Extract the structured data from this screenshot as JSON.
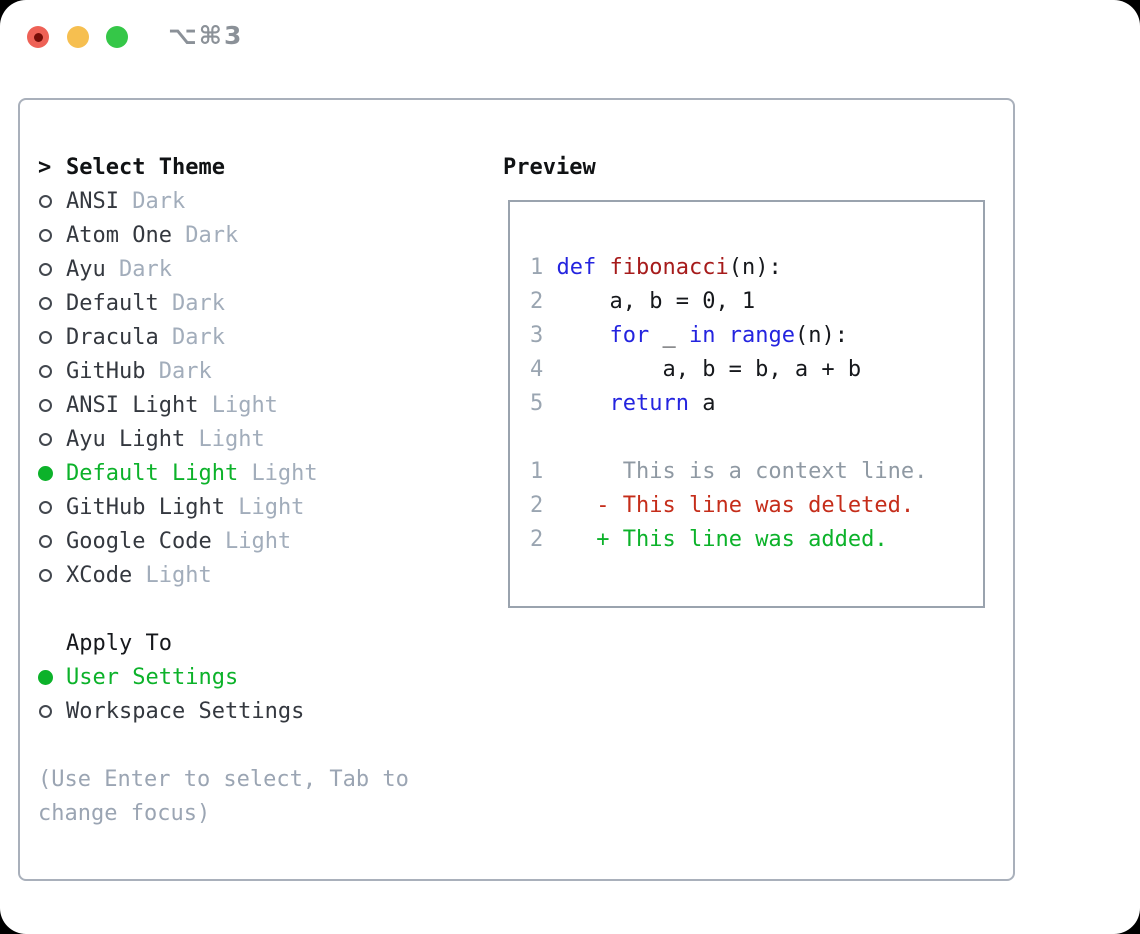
{
  "window": {
    "title": "⌥⌘3",
    "buttons": {
      "close": "close",
      "minimize": "minimize",
      "zoom": "zoom"
    }
  },
  "colors": {
    "accent_green": "#0cb22a",
    "keyword_blue": "#2424df",
    "function_red": "#a61b1b",
    "deleted_red": "#c52d1a",
    "context_gray": "#8f99a3",
    "line_number_gray": "#9aa5b1",
    "code_black": "#16181c",
    "item_text": "#34383f",
    "tag_gray": "#a2adbb",
    "hint_gray": "#9ba5b3",
    "traffic_red": "#ee6156",
    "traffic_red_inner": "#750d08",
    "traffic_yellow": "#f6bf50",
    "traffic_green": "#35c748"
  },
  "theme_list": {
    "prompt": ">",
    "title": "Select Theme",
    "items": [
      {
        "name": "ANSI",
        "tag": "Dark",
        "selected": false
      },
      {
        "name": "Atom One",
        "tag": "Dark",
        "selected": false
      },
      {
        "name": "Ayu",
        "tag": "Dark",
        "selected": false
      },
      {
        "name": "Default",
        "tag": "Dark",
        "selected": false
      },
      {
        "name": "Dracula",
        "tag": "Dark",
        "selected": false
      },
      {
        "name": "GitHub",
        "tag": "Dark",
        "selected": false
      },
      {
        "name": "ANSI Light",
        "tag": "Light",
        "selected": false
      },
      {
        "name": "Ayu Light",
        "tag": "Light",
        "selected": false
      },
      {
        "name": "Default Light",
        "tag": "Light",
        "selected": true
      },
      {
        "name": "GitHub Light",
        "tag": "Light",
        "selected": false
      },
      {
        "name": "Google Code",
        "tag": "Light",
        "selected": false
      },
      {
        "name": "XCode",
        "tag": "Light",
        "selected": false
      }
    ]
  },
  "apply_to": {
    "title": "Apply To",
    "options": [
      {
        "name": "User Settings",
        "selected": true
      },
      {
        "name": "Workspace Settings",
        "selected": false
      }
    ]
  },
  "hint": {
    "lines": [
      "(Use Enter to select, Tab to",
      "change focus)"
    ]
  },
  "preview": {
    "title": "Preview",
    "lines": [
      [
        {
          "t": "1 ",
          "c": "num"
        },
        {
          "t": "def ",
          "c": "kw"
        },
        {
          "t": "fibonacci",
          "c": "fn"
        },
        {
          "t": "(n):",
          "c": "code"
        }
      ],
      [
        {
          "t": "2 ",
          "c": "num"
        },
        {
          "t": "    a, b = 0, 1",
          "c": "code"
        }
      ],
      [
        {
          "t": "3 ",
          "c": "num"
        },
        {
          "t": "    ",
          "c": "code"
        },
        {
          "t": "for",
          "c": "kw"
        },
        {
          "t": " _ ",
          "c": "code"
        },
        {
          "t": "in",
          "c": "kw"
        },
        {
          "t": " ",
          "c": "code"
        },
        {
          "t": "range",
          "c": "kw"
        },
        {
          "t": "(n):",
          "c": "code"
        }
      ],
      [
        {
          "t": "4 ",
          "c": "num"
        },
        {
          "t": "        a, b = b, a + b",
          "c": "code"
        }
      ],
      [
        {
          "t": "5 ",
          "c": "num"
        },
        {
          "t": "    ",
          "c": "code"
        },
        {
          "t": "return",
          "c": "kw"
        },
        {
          "t": " a",
          "c": "code"
        }
      ],
      [],
      [
        {
          "t": "1 ",
          "c": "num"
        },
        {
          "t": "     This is a context line.",
          "c": "ctx"
        }
      ],
      [
        {
          "t": "2 ",
          "c": "num"
        },
        {
          "t": "   ",
          "c": "code"
        },
        {
          "t": "- This line was deleted.",
          "c": "del"
        }
      ],
      [
        {
          "t": "2 ",
          "c": "num"
        },
        {
          "t": "   ",
          "c": "code"
        },
        {
          "t": "+ This line was added.",
          "c": "add"
        }
      ]
    ]
  }
}
